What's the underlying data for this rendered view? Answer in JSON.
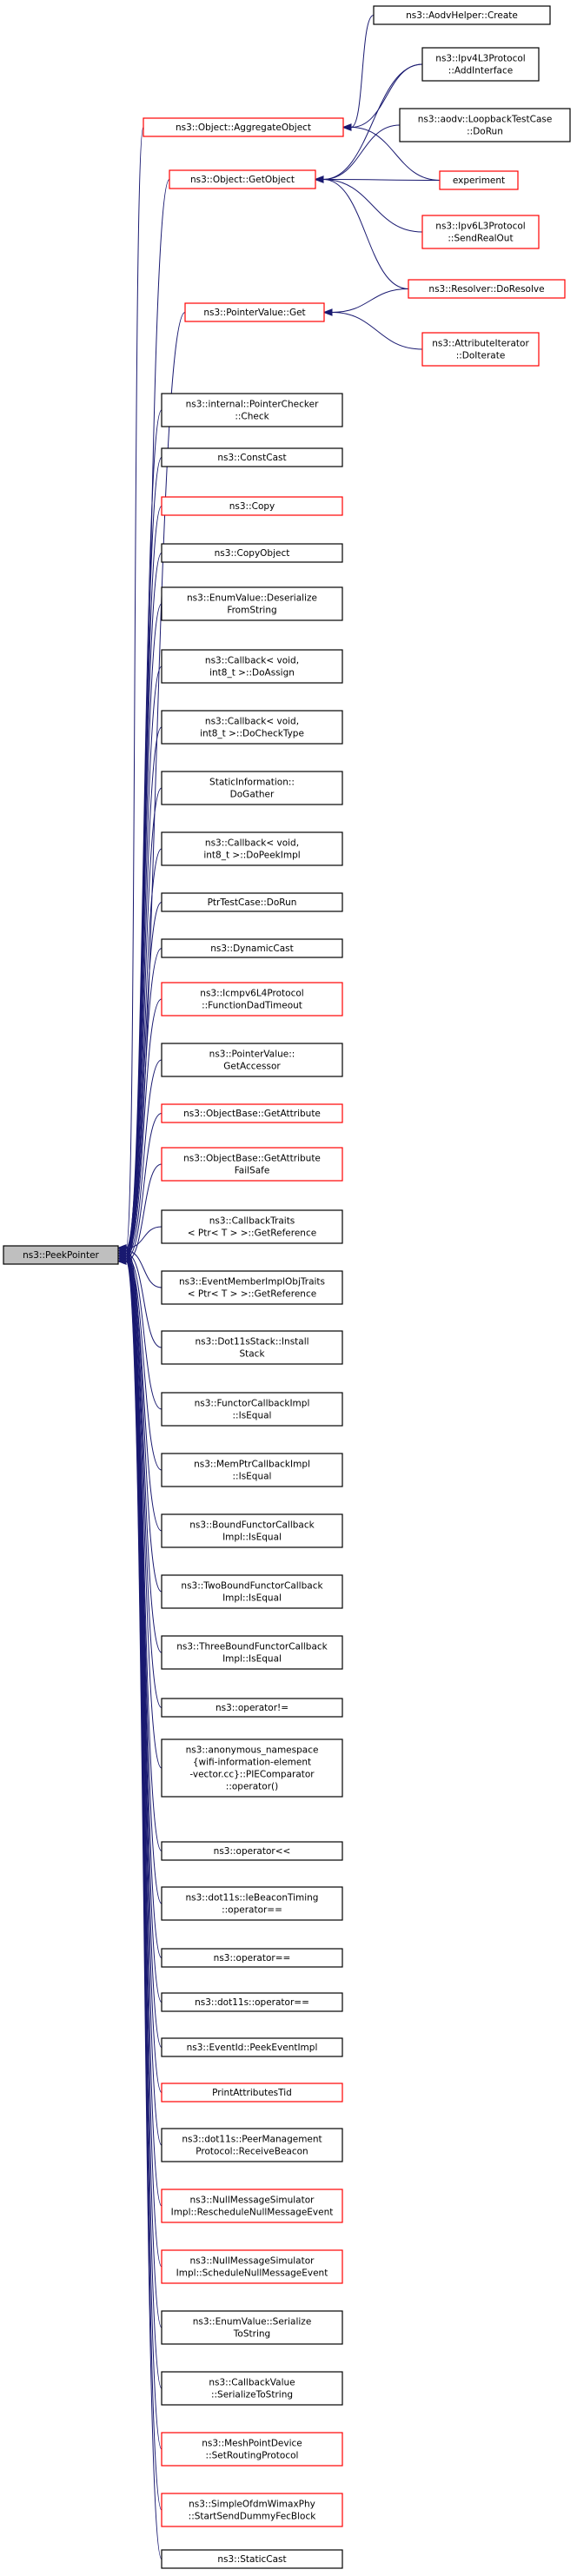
{
  "graph": {
    "root": {
      "id": "peekpointer",
      "lines": [
        "ns3::PeekPointer"
      ]
    },
    "colors": {
      "normal": "#000000",
      "truncated": "#ff0000",
      "root_fill": "#bfbfbf",
      "edge": "#191970"
    },
    "nodes": [
      {
        "id": "aggregateobject",
        "lines": [
          "ns3::Object::AggregateObject"
        ],
        "red": true
      },
      {
        "id": "getobject",
        "lines": [
          "ns3::Object::GetObject"
        ],
        "red": true
      },
      {
        "id": "pointervalue-get",
        "lines": [
          "ns3::PointerValue::Get"
        ],
        "red": true
      },
      {
        "id": "pointerchecker-check",
        "lines": [
          "ns3::internal::PointerChecker",
          "::Check"
        ],
        "red": false
      },
      {
        "id": "constcast",
        "lines": [
          "ns3::ConstCast"
        ],
        "red": false
      },
      {
        "id": "copy",
        "lines": [
          "ns3::Copy"
        ],
        "red": true
      },
      {
        "id": "copyobject",
        "lines": [
          "ns3::CopyObject"
        ],
        "red": false
      },
      {
        "id": "enumvalue-deserialize",
        "lines": [
          "ns3::EnumValue::Deserialize",
          "FromString"
        ],
        "red": false
      },
      {
        "id": "callback-doassign",
        "lines": [
          "ns3::Callback< void,",
          "int8_t >::DoAssign"
        ],
        "red": false
      },
      {
        "id": "callback-dochecktype",
        "lines": [
          "ns3::Callback< void,",
          "int8_t >::DoCheckType"
        ],
        "red": false
      },
      {
        "id": "staticinformation-dogather",
        "lines": [
          "StaticInformation::",
          "DoGather"
        ],
        "red": false
      },
      {
        "id": "callback-dopeekimpl",
        "lines": [
          "ns3::Callback< void,",
          "int8_t >::DoPeekImpl"
        ],
        "red": false
      },
      {
        "id": "ptrtestcase-dorun",
        "lines": [
          "PtrTestCase::DoRun"
        ],
        "red": false
      },
      {
        "id": "dynamiccast",
        "lines": [
          "ns3::DynamicCast"
        ],
        "red": false
      },
      {
        "id": "icmpv6l4protocol-functiondadtimeout",
        "lines": [
          "ns3::Icmpv6L4Protocol",
          "::FunctionDadTimeout"
        ],
        "red": true
      },
      {
        "id": "pointervalue-getaccessor",
        "lines": [
          "ns3::PointerValue::",
          "GetAccessor"
        ],
        "red": false
      },
      {
        "id": "objectbase-getattribute",
        "lines": [
          "ns3::ObjectBase::GetAttribute"
        ],
        "red": true
      },
      {
        "id": "objectbase-getattributefailsafe",
        "lines": [
          "ns3::ObjectBase::GetAttribute",
          "FailSafe"
        ],
        "red": true
      },
      {
        "id": "callbacktraits-getreference",
        "lines": [
          "ns3::CallbackTraits",
          "< Ptr< T > >::GetReference"
        ],
        "red": false
      },
      {
        "id": "eventmemberimplobjtraits-getreference",
        "lines": [
          "ns3::EventMemberImplObjTraits",
          "< Ptr< T > >::GetReference"
        ],
        "red": false
      },
      {
        "id": "dot11sstack-installstack",
        "lines": [
          "ns3::Dot11sStack::Install",
          "Stack"
        ],
        "red": false
      },
      {
        "id": "functorcallbackimpl-isequal",
        "lines": [
          "ns3::FunctorCallbackImpl",
          "::IsEqual"
        ],
        "red": false
      },
      {
        "id": "memptrcallbackimpl-isequal",
        "lines": [
          "ns3::MemPtrCallbackImpl",
          "::IsEqual"
        ],
        "red": false
      },
      {
        "id": "boundfunctorcallbackimpl-isequal",
        "lines": [
          "ns3::BoundFunctorCallback",
          "Impl::IsEqual"
        ],
        "red": false
      },
      {
        "id": "twoboundfunctorcallbackimpl-isequal",
        "lines": [
          "ns3::TwoBoundFunctorCallback",
          "Impl::IsEqual"
        ],
        "red": false
      },
      {
        "id": "threeboundfunctorcallbackimpl-isequal",
        "lines": [
          "ns3::ThreeBoundFunctorCallback",
          "Impl::IsEqual"
        ],
        "red": false
      },
      {
        "id": "operator-ne",
        "lines": [
          "ns3::operator!="
        ],
        "red": false
      },
      {
        "id": "piecomparator-operator",
        "lines": [
          "ns3::anonymous_namespace",
          "{wifi-information-element",
          "-vector.cc}::PIEComparator",
          "::operator()"
        ],
        "red": false
      },
      {
        "id": "operator-lshift",
        "lines": [
          "ns3::operator<<"
        ],
        "red": false
      },
      {
        "id": "iebeacontiming-operator-eq",
        "lines": [
          "ns3::dot11s::IeBeaconTiming",
          "::operator=="
        ],
        "red": false
      },
      {
        "id": "operator-eq",
        "lines": [
          "ns3::operator=="
        ],
        "red": false
      },
      {
        "id": "dot11s-operator-eq",
        "lines": [
          "ns3::dot11s::operator=="
        ],
        "red": false
      },
      {
        "id": "eventid-peekeventimpl",
        "lines": [
          "ns3::EventId::PeekEventImpl"
        ],
        "red": false
      },
      {
        "id": "printattributestid",
        "lines": [
          "PrintAttributesTid"
        ],
        "red": true
      },
      {
        "id": "peermanagementprotocol-receivebeacon",
        "lines": [
          "ns3::dot11s::PeerManagement",
          "Protocol::ReceiveBeacon"
        ],
        "red": false
      },
      {
        "id": "nullmessagesimulatorimpl-reschedule",
        "lines": [
          "ns3::NullMessageSimulator",
          "Impl::RescheduleNullMessageEvent"
        ],
        "red": true
      },
      {
        "id": "nullmessagesimulatorimpl-schedule",
        "lines": [
          "ns3::NullMessageSimulator",
          "Impl::ScheduleNullMessageEvent"
        ],
        "red": true
      },
      {
        "id": "enumvalue-serializetostring",
        "lines": [
          "ns3::EnumValue::Serialize",
          "ToString"
        ],
        "red": false
      },
      {
        "id": "callbackvalue-serializetostring",
        "lines": [
          "ns3::CallbackValue",
          "::SerializeToString"
        ],
        "red": false
      },
      {
        "id": "meshpointdevice-setroutingprotocol",
        "lines": [
          "ns3::MeshPointDevice",
          "::SetRoutingProtocol"
        ],
        "red": true
      },
      {
        "id": "simpleofdmwimaxphy-startsenddummyfecblock",
        "lines": [
          "ns3::SimpleOfdmWimaxPhy",
          "::StartSendDummyFecBlock"
        ],
        "red": true
      },
      {
        "id": "staticcast",
        "lines": [
          "ns3::StaticCast"
        ],
        "red": false
      },
      {
        "id": "aodvhelper-create",
        "lines": [
          "ns3::AodvHelper::Create"
        ],
        "red": false
      },
      {
        "id": "ipv4l3protocol-addinterface",
        "lines": [
          "ns3::Ipv4L3Protocol",
          "::AddInterface"
        ],
        "red": false
      },
      {
        "id": "loopbacktestcase-dorun",
        "lines": [
          "ns3::aodv::LoopbackTestCase",
          "::DoRun"
        ],
        "red": false
      },
      {
        "id": "experiment",
        "lines": [
          "experiment"
        ],
        "red": true
      },
      {
        "id": "ipv6l3protocol-sendrealout",
        "lines": [
          "ns3::Ipv6L3Protocol",
          "::SendRealOut"
        ],
        "red": true
      },
      {
        "id": "resolver-doresolve",
        "lines": [
          "ns3::Resolver::DoResolve"
        ],
        "red": true
      },
      {
        "id": "attributeiterator-doiterate",
        "lines": [
          "ns3::AttributeIterator",
          "::DoIterate"
        ],
        "red": true
      }
    ],
    "edges": [
      [
        "aggregateobject",
        "aodvhelper-create"
      ],
      [
        "aggregateobject",
        "ipv4l3protocol-addinterface"
      ],
      [
        "aggregateobject",
        "experiment"
      ],
      [
        "getobject",
        "ipv4l3protocol-addinterface"
      ],
      [
        "getobject",
        "loopbacktestcase-dorun"
      ],
      [
        "getobject",
        "experiment"
      ],
      [
        "getobject",
        "ipv6l3protocol-sendrealout"
      ],
      [
        "getobject",
        "resolver-doresolve"
      ],
      [
        "pointervalue-get",
        "resolver-doresolve"
      ],
      [
        "pointervalue-get",
        "attributeiterator-doiterate"
      ]
    ]
  }
}
